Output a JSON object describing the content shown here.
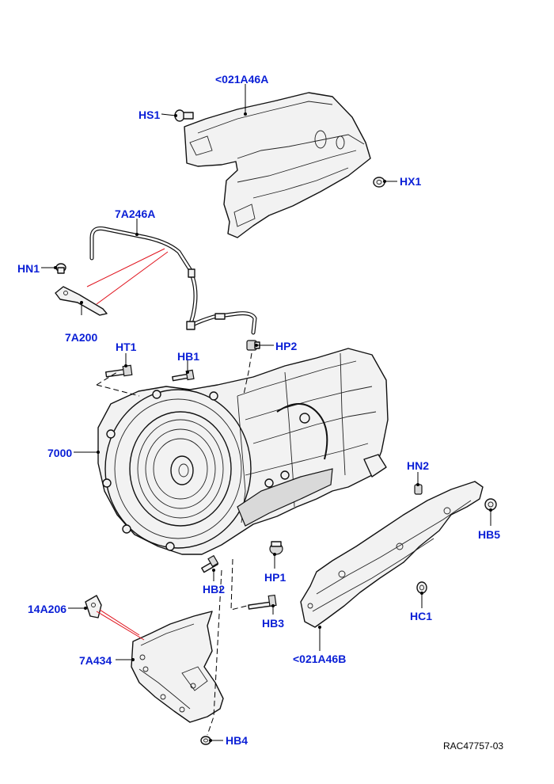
{
  "callouts": {
    "c021a46a": "<021A46A",
    "hs1": "HS1",
    "hx1": "HX1",
    "c7a246a": "7A246A",
    "hn1": "HN1",
    "c7a200": "7A200",
    "ht1": "HT1",
    "hb1": "HB1",
    "hp2": "HP2",
    "c7000": "7000",
    "hn2": "HN2",
    "hb5": "HB5",
    "hp1": "HP1",
    "hb2": "HB2",
    "hb3": "HB3",
    "hc1": "HC1",
    "c14a206": "14A206",
    "c7a434": "7A434",
    "c021a46b": "<021A46B",
    "hb4": "HB4"
  },
  "reference": "RAC47757-03",
  "colors": {
    "callout": "#0a1fd6",
    "guide": "#e0141e",
    "outline": "#111111"
  }
}
